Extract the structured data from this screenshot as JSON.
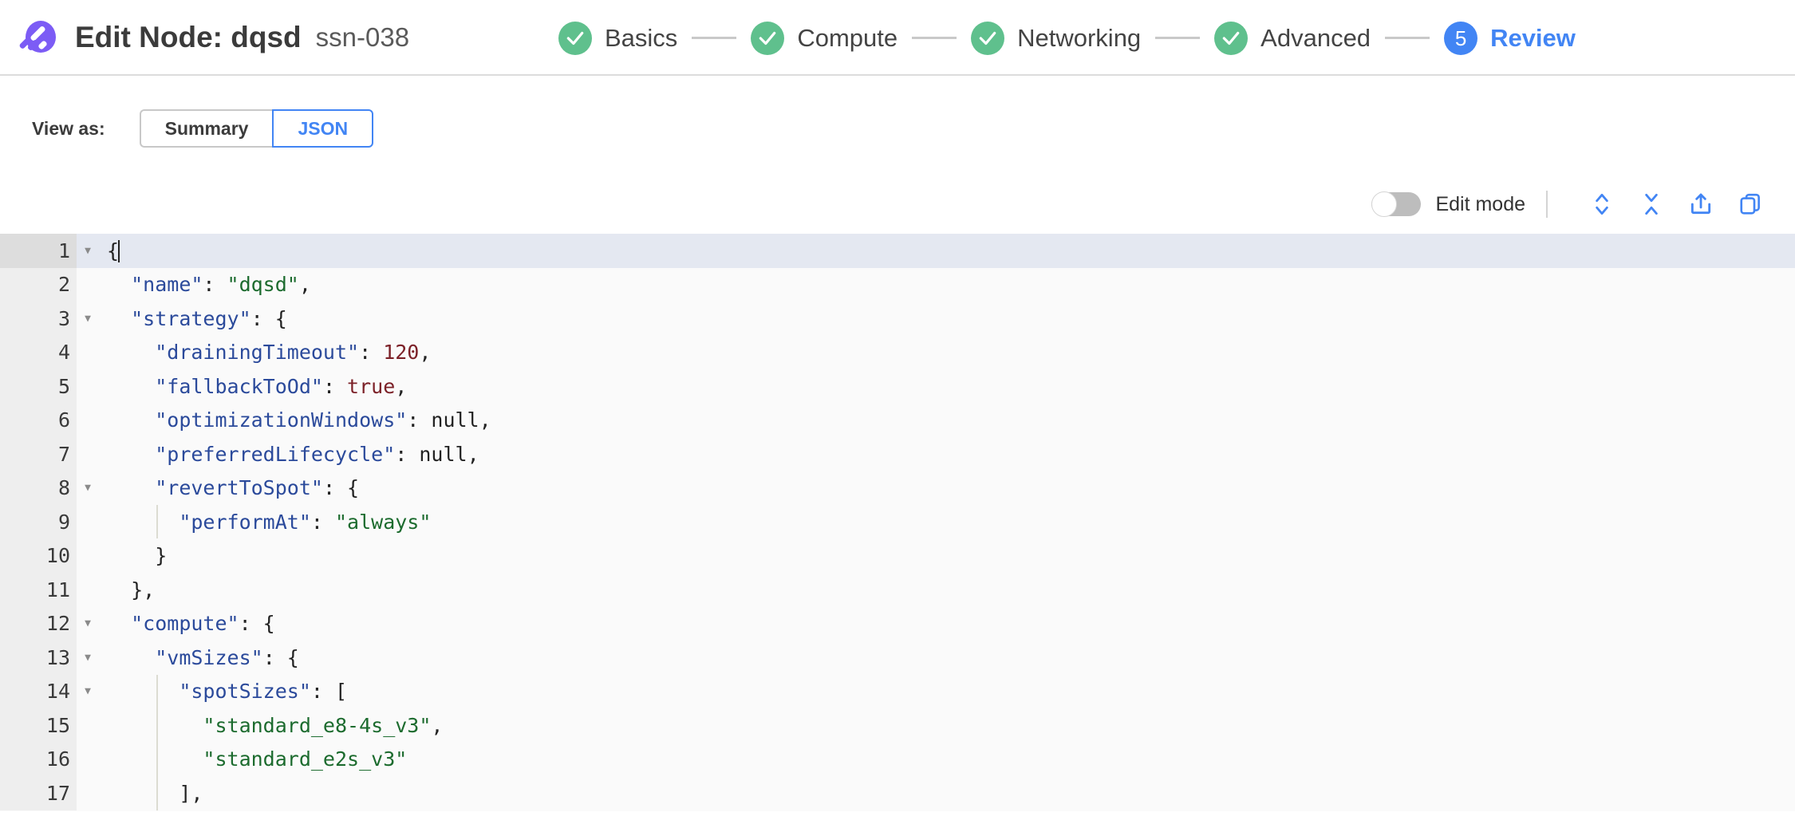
{
  "header": {
    "logo_icon": "comet-logo-icon",
    "title": "Edit Node: dqsd",
    "subtitle": "ssn-038",
    "steps": [
      {
        "label": "Basics",
        "state": "done",
        "indicator": "check-icon"
      },
      {
        "label": "Compute",
        "state": "done",
        "indicator": "check-icon"
      },
      {
        "label": "Networking",
        "state": "done",
        "indicator": "check-icon"
      },
      {
        "label": "Advanced",
        "state": "done",
        "indicator": "check-icon"
      },
      {
        "label": "Review",
        "state": "current",
        "indicator": "5"
      }
    ]
  },
  "view_as": {
    "label": "View as:",
    "options": [
      "Summary",
      "JSON"
    ],
    "selected": "JSON"
  },
  "editor_toolbar": {
    "edit_mode_label": "Edit mode",
    "edit_mode_on": false,
    "icons": [
      "expand-all-icon",
      "collapse-all-icon",
      "share-export-icon",
      "copy-icon"
    ]
  },
  "colors": {
    "accent_blue": "#4285f4",
    "step_green": "#5fc08d",
    "logo_purple": "#7c5cf5",
    "json_key": "#2b4a9b",
    "json_string": "#1c6b2e",
    "json_number": "#7c2128",
    "active_line": "#e4e8f1"
  },
  "json_editor": {
    "active_line": 1,
    "lines": [
      {
        "num": "1",
        "fold": true,
        "indent": 0,
        "tokens": [
          {
            "t": "p",
            "v": "{"
          },
          {
            "t": "cursor",
            "v": ""
          }
        ]
      },
      {
        "num": "2",
        "fold": false,
        "indent": 1,
        "tokens": [
          {
            "t": "k",
            "v": "\"name\""
          },
          {
            "t": "p",
            "v": ": "
          },
          {
            "t": "s",
            "v": "\"dqsd\""
          },
          {
            "t": "p",
            "v": ","
          }
        ]
      },
      {
        "num": "3",
        "fold": true,
        "indent": 1,
        "tokens": [
          {
            "t": "k",
            "v": "\"strategy\""
          },
          {
            "t": "p",
            "v": ": {"
          }
        ]
      },
      {
        "num": "4",
        "fold": false,
        "indent": 2,
        "tokens": [
          {
            "t": "k",
            "v": "\"drainingTimeout\""
          },
          {
            "t": "p",
            "v": ": "
          },
          {
            "t": "n",
            "v": "120"
          },
          {
            "t": "p",
            "v": ","
          }
        ]
      },
      {
        "num": "5",
        "fold": false,
        "indent": 2,
        "tokens": [
          {
            "t": "k",
            "v": "\"fallbackToOd\""
          },
          {
            "t": "p",
            "v": ": "
          },
          {
            "t": "b",
            "v": "true"
          },
          {
            "t": "p",
            "v": ","
          }
        ]
      },
      {
        "num": "6",
        "fold": false,
        "indent": 2,
        "tokens": [
          {
            "t": "k",
            "v": "\"optimizationWindows\""
          },
          {
            "t": "p",
            "v": ": "
          },
          {
            "t": "nl",
            "v": "null"
          },
          {
            "t": "p",
            "v": ","
          }
        ]
      },
      {
        "num": "7",
        "fold": false,
        "indent": 2,
        "tokens": [
          {
            "t": "k",
            "v": "\"preferredLifecycle\""
          },
          {
            "t": "p",
            "v": ": "
          },
          {
            "t": "nl",
            "v": "null"
          },
          {
            "t": "p",
            "v": ","
          }
        ]
      },
      {
        "num": "8",
        "fold": true,
        "indent": 2,
        "tokens": [
          {
            "t": "k",
            "v": "\"revertToSpot\""
          },
          {
            "t": "p",
            "v": ": {"
          }
        ]
      },
      {
        "num": "9",
        "fold": false,
        "indent": 3,
        "tokens": [
          {
            "t": "k",
            "v": "\"performAt\""
          },
          {
            "t": "p",
            "v": ": "
          },
          {
            "t": "s",
            "v": "\"always\""
          }
        ]
      },
      {
        "num": "10",
        "fold": false,
        "indent": 2,
        "tokens": [
          {
            "t": "p",
            "v": "}"
          }
        ]
      },
      {
        "num": "11",
        "fold": false,
        "indent": 1,
        "tokens": [
          {
            "t": "p",
            "v": "},"
          }
        ]
      },
      {
        "num": "12",
        "fold": true,
        "indent": 1,
        "tokens": [
          {
            "t": "k",
            "v": "\"compute\""
          },
          {
            "t": "p",
            "v": ": {"
          }
        ]
      },
      {
        "num": "13",
        "fold": true,
        "indent": 2,
        "tokens": [
          {
            "t": "k",
            "v": "\"vmSizes\""
          },
          {
            "t": "p",
            "v": ": {"
          }
        ]
      },
      {
        "num": "14",
        "fold": true,
        "indent": 3,
        "tokens": [
          {
            "t": "k",
            "v": "\"spotSizes\""
          },
          {
            "t": "p",
            "v": ": ["
          }
        ]
      },
      {
        "num": "15",
        "fold": false,
        "indent": 4,
        "tokens": [
          {
            "t": "s",
            "v": "\"standard_e8-4s_v3\""
          },
          {
            "t": "p",
            "v": ","
          }
        ]
      },
      {
        "num": "16",
        "fold": false,
        "indent": 4,
        "tokens": [
          {
            "t": "s",
            "v": "\"standard_e2s_v3\""
          }
        ]
      },
      {
        "num": "17",
        "fold": false,
        "indent": 3,
        "tokens": [
          {
            "t": "p",
            "v": "],"
          }
        ]
      }
    ]
  }
}
